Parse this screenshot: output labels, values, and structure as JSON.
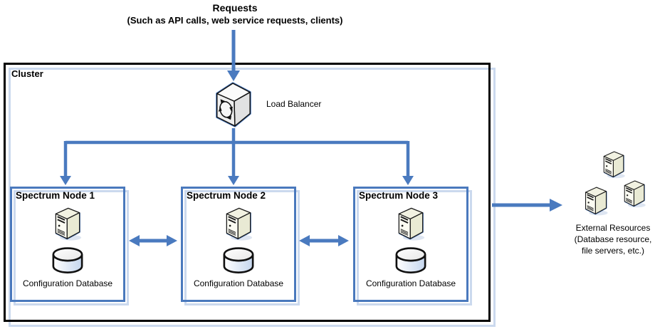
{
  "colors": {
    "arrow": "#4A7ABF",
    "node_border": "#4A79BD",
    "shadow": "#CBD9EE",
    "cluster_border": "#000000"
  },
  "header": {
    "title": "Requests",
    "subtitle": "(Such as API calls, web service requests, clients)"
  },
  "cluster": {
    "label": "Cluster",
    "load_balancer": {
      "label": "Load Balancer",
      "icon": "load-balancer-icon"
    },
    "nodes": [
      {
        "title": "Spectrum Node 1",
        "icon": "server-tower-icon",
        "db_icon": "database-cylinder-icon",
        "db_label": "Configuration Database"
      },
      {
        "title": "Spectrum Node 2",
        "icon": "server-tower-icon",
        "db_icon": "database-cylinder-icon",
        "db_label": "Configuration Database"
      },
      {
        "title": "Spectrum Node 3",
        "icon": "server-tower-icon",
        "db_icon": "database-cylinder-icon",
        "db_label": "Configuration Database"
      }
    ]
  },
  "external": {
    "icon": "server-group-icon",
    "lines": [
      "External Resources",
      "(Database resource,",
      "file servers, etc.)"
    ]
  }
}
